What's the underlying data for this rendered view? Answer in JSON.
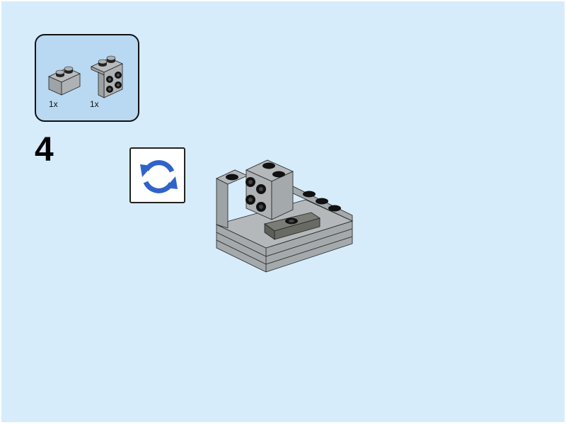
{
  "step": {
    "number": "4"
  },
  "parts_panel": {
    "parts": [
      {
        "name": "brick-1x2",
        "color": "light-bluish-gray",
        "quantity": "1x"
      },
      {
        "name": "bracket-1x2-2x2",
        "color": "light-bluish-gray",
        "quantity": "1x"
      }
    ]
  },
  "rotate_button": {
    "icon": "rotate-icon",
    "color": "#2f63c9"
  },
  "model": {
    "description": "assembled sub-model",
    "colors": {
      "main": "#a9aeb1",
      "tile": "#6c6e68",
      "studs": "#111111"
    }
  },
  "colors": {
    "background": "#d6ecfb",
    "panel": "#b9d8f2",
    "accent": "#2f63c9"
  }
}
